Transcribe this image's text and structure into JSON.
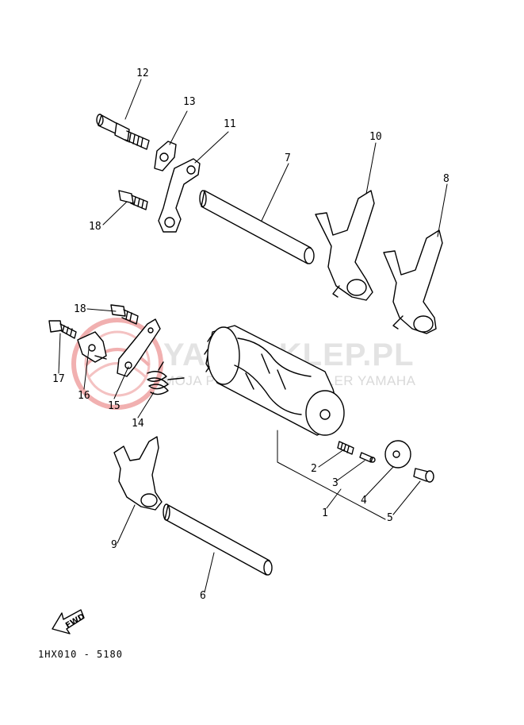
{
  "diagram": {
    "part_labels": {
      "p1": "1",
      "p2": "2",
      "p3": "3",
      "p4": "4",
      "p5": "5",
      "p6": "6",
      "p7": "7",
      "p8": "8",
      "p9": "9",
      "p10": "10",
      "p11": "11",
      "p12": "12",
      "p13": "13",
      "p14": "14",
      "p15": "15",
      "p16": "16",
      "p17": "17",
      "p18a": "18",
      "p18b": "18"
    },
    "fwd_label": "FWD",
    "drawing_code": "1HX010 - 5180"
  },
  "watermark": {
    "title": "YAMASKLEP.PL",
    "subtitle": "MOJA PODHORVEL DEALER YAMAHA",
    "color": "#e94b4b"
  }
}
